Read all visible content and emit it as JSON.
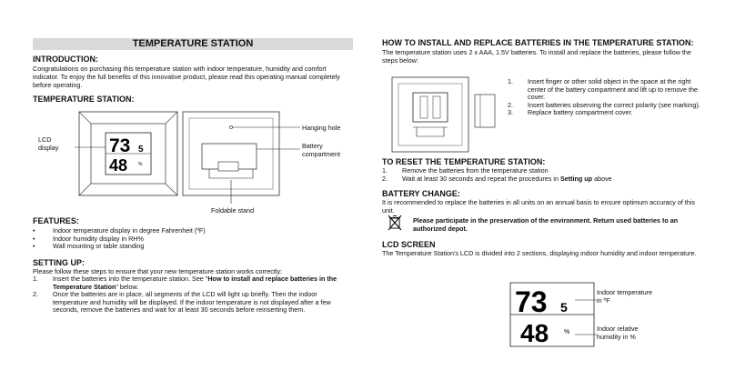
{
  "left": {
    "title": "TEMPERATURE STATION",
    "intro": {
      "heading": "INTRODUCTION:",
      "text": "Congratulations on purchasing this temperature station with indoor temperature, humidity and comfort indicator. To enjoy the full benefits of this innovative product, please read this operating manual completely before operating."
    },
    "station": {
      "heading": "TEMPERATURE STATION:",
      "lcd_display_label_1": "LCD",
      "lcd_display_label_2": "display",
      "hanging_hole": "Hanging hole",
      "battery_label_1": "Battery",
      "battery_label_2": "compartment",
      "foldable_stand": "Foldable stand",
      "lcd_temp_big": "73",
      "lcd_temp_small": "5",
      "lcd_hum": "48",
      "lcd_hum_unit": "%"
    },
    "features": {
      "heading": "FEATURES:",
      "items": [
        "Indoor temperature display in degree Fahrenheit (ºF)",
        "Indoor humidity display in RH%",
        "Wall mounting or table standing"
      ]
    },
    "setup": {
      "heading": "SETTING UP:",
      "intro": "Please follow these steps to ensure that your new temperature station works correctly:",
      "step1_pre": "Insert the batteries into the temperature station. See \"",
      "step1_bold": "How to install and replace batteries in the Temperature Station",
      "step1_post": "\" below.",
      "step2": "Once the batteries are in place, all segments of the LCD will light up briefly. Then the indoor temperature and humidity will be displayed. If the indoor temperature is not displayed after a few seconds, remove the batteries and wait for at least 30 seconds before reinserting them."
    }
  },
  "right": {
    "install": {
      "heading": "HOW TO INSTALL AND REPLACE BATTERIES IN THE TEMPERATURE STATION:",
      "text": "The temperature station uses 2 x AAA, 1.5V batteries. To install and replace the batteries, please follow the steps below:",
      "steps": [
        "Insert finger or other solid object in the space at the right center of the battery compartment and lift up to remove the cover.",
        "Insert batteries observing the correct polarity (see marking).",
        "Replace battery compartment cover."
      ]
    },
    "reset": {
      "heading": "TO RESET THE TEMPERATURE STATION:",
      "step1": "Remove the batteries from the temperature station",
      "step2_pre": "Wait at least 30 seconds and repeat the procedures in ",
      "step2_bold": "Setting up",
      "step2_post": " above"
    },
    "battery_change": {
      "heading": "BATTERY CHANGE:",
      "text": "It is recommended to replace the batteries in all units on an annual basis to ensure optimum accuracy of this unit.",
      "notice": "Please participate in the preservation of the environment. Return used batteries to an authorized depot."
    },
    "lcd": {
      "heading": "LCD SCREEN",
      "text": "The Temperature Station's LCD is divided into 2 sections, displaying indoor humidity and indoor temperature.",
      "temp_big": "73",
      "temp_small": "5",
      "hum": "48",
      "hum_unit": "%",
      "temp_label_1": "Indoor temperature",
      "temp_label_2": "in ºF",
      "hum_label_1": "Indoor relative",
      "hum_label_2": "humidity in %"
    }
  }
}
